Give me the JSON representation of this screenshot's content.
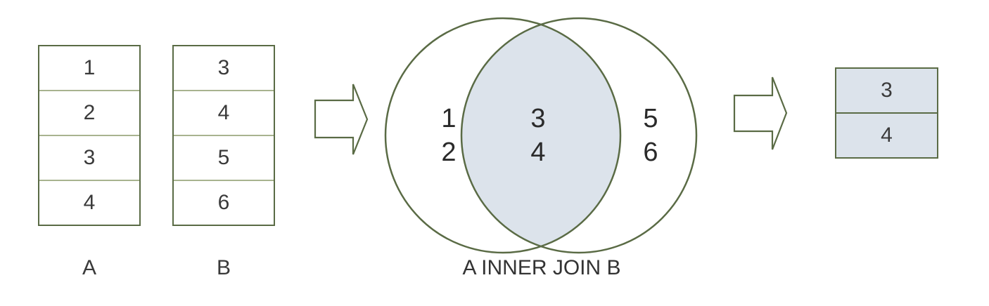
{
  "table_a": {
    "label": "A",
    "rows": [
      "1",
      "2",
      "3",
      "4"
    ]
  },
  "table_b": {
    "label": "B",
    "rows": [
      "3",
      "4",
      "5",
      "6"
    ]
  },
  "venn": {
    "left_only": [
      "1",
      "2"
    ],
    "intersection": [
      "3",
      "4"
    ],
    "right_only": [
      "5",
      "6"
    ],
    "caption": "A INNER JOIN B"
  },
  "result": {
    "rows": [
      "3",
      "4"
    ]
  },
  "colors": {
    "outline": "#5a6b45",
    "highlight_fill": "#dce3eb",
    "inner_border": "#a8b38f"
  }
}
